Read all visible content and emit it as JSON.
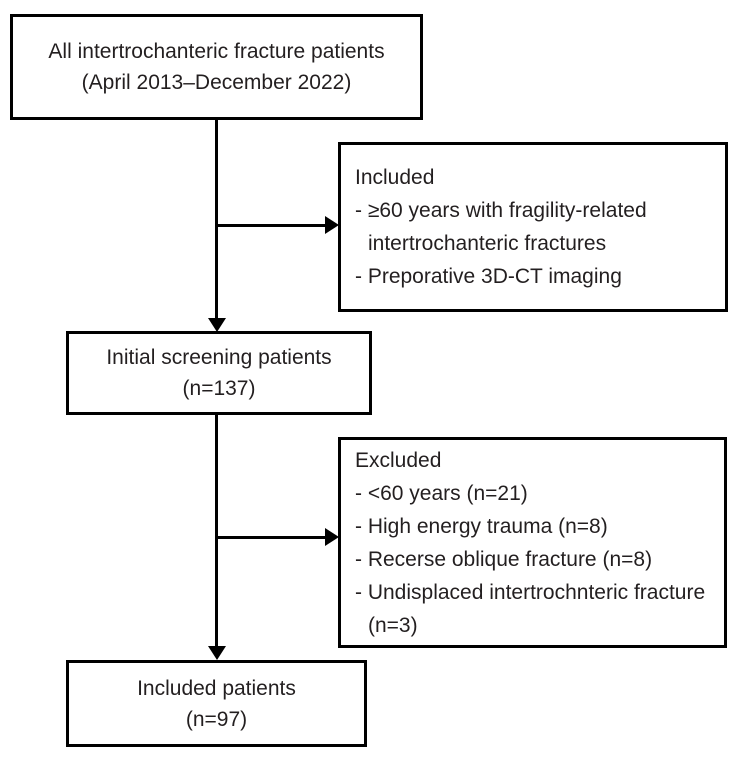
{
  "nodes": {
    "all_patients": {
      "line1": "All intertrochanteric fracture patients",
      "line2": "(April 2013–December 2022)"
    },
    "included_criteria": {
      "title": "Included",
      "items": [
        "- ≥60 years with fragility-related intertrochanteric fractures",
        "- Preporative 3D-CT imaging"
      ]
    },
    "initial_screening": {
      "line1": "Initial screening patients",
      "line2": "(n=137)"
    },
    "excluded_criteria": {
      "title": "Excluded",
      "items": [
        "- <60 years (n=21)",
        "- High energy trauma (n=8)",
        "- Recerse oblique fracture (n=8)",
        "- Undisplaced intertrochnteric fracture (n=3)"
      ]
    },
    "included_patients": {
      "line1": "Included patients",
      "line2": "(n=97)"
    }
  },
  "colors": {
    "box_border": "#000000",
    "arrow": "#000000",
    "text": "#231f20",
    "background": "#ffffff"
  }
}
